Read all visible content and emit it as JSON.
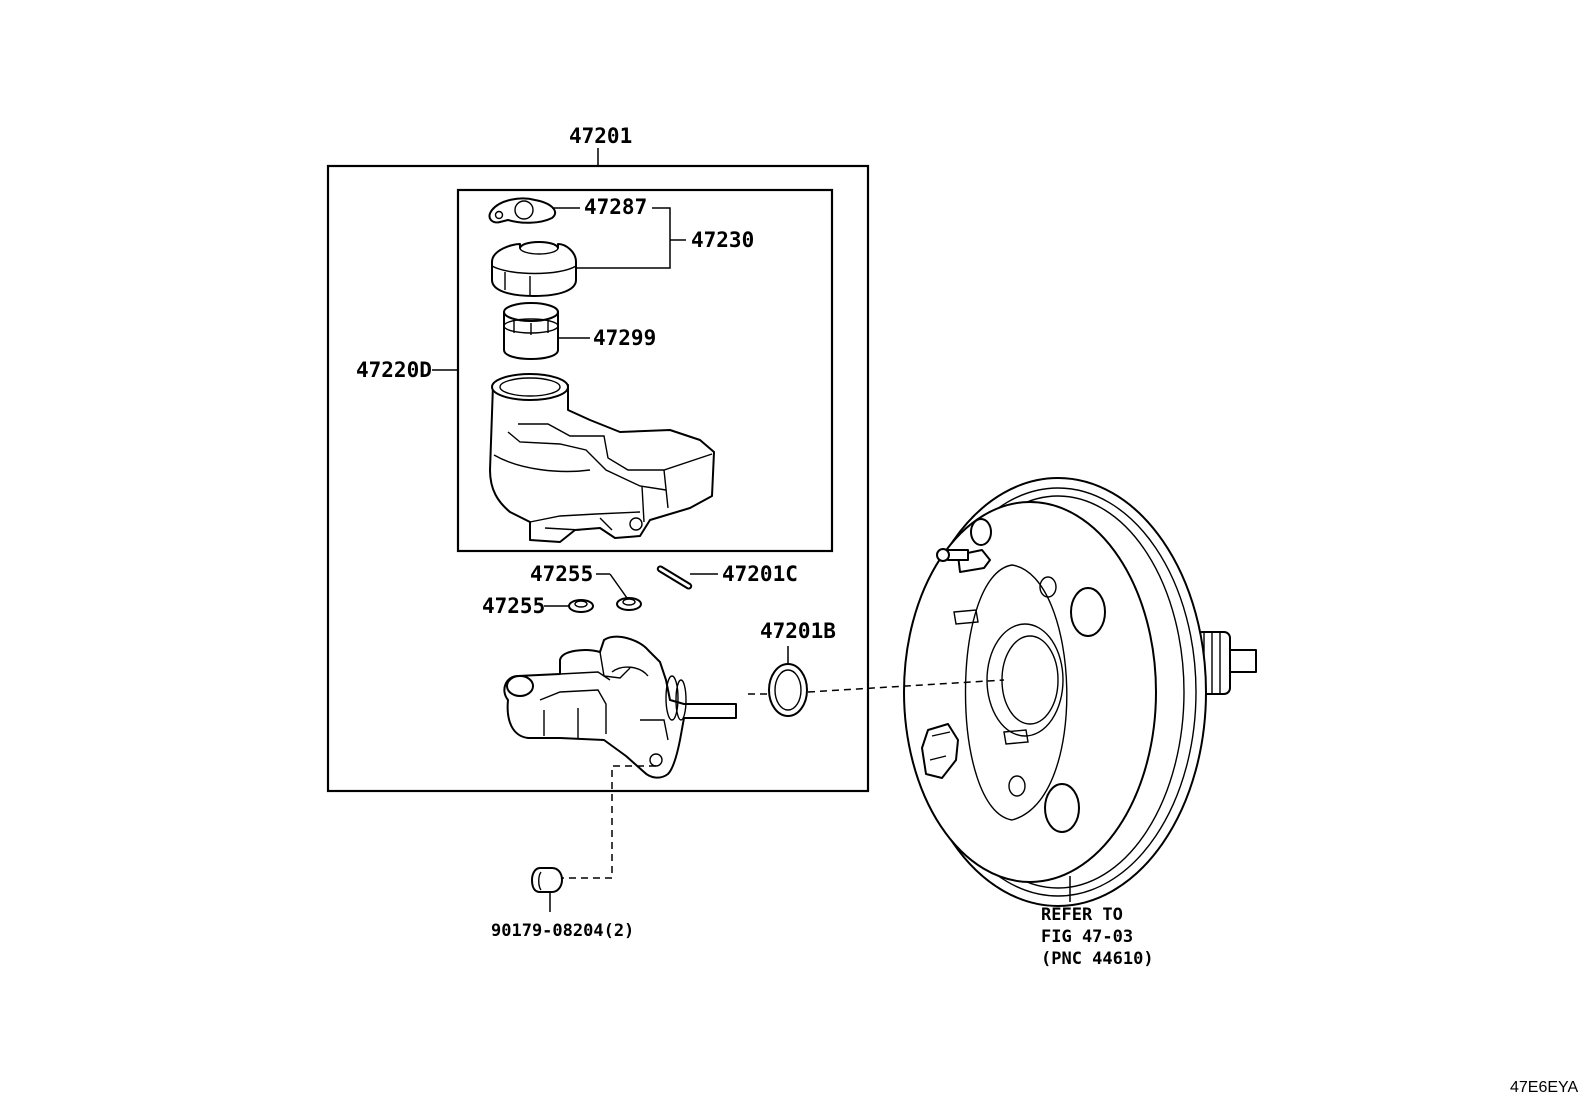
{
  "labels": {
    "master_cylinder_assy": "47201",
    "gasket": "47287",
    "reservoir_cap": "47230",
    "strainer": "47299",
    "reservoir_sub_assy": "47220D",
    "grommet_upper": "47255",
    "grommet_lower": "47255",
    "pin": "47201C",
    "o_ring": "47201B",
    "nut": "90179-08204(2)"
  },
  "booster_reference": {
    "line1": "REFER TO",
    "line2": "FIG 47-03",
    "line3": "(PNC 44610)"
  },
  "illustration_code": "47E6EYA"
}
